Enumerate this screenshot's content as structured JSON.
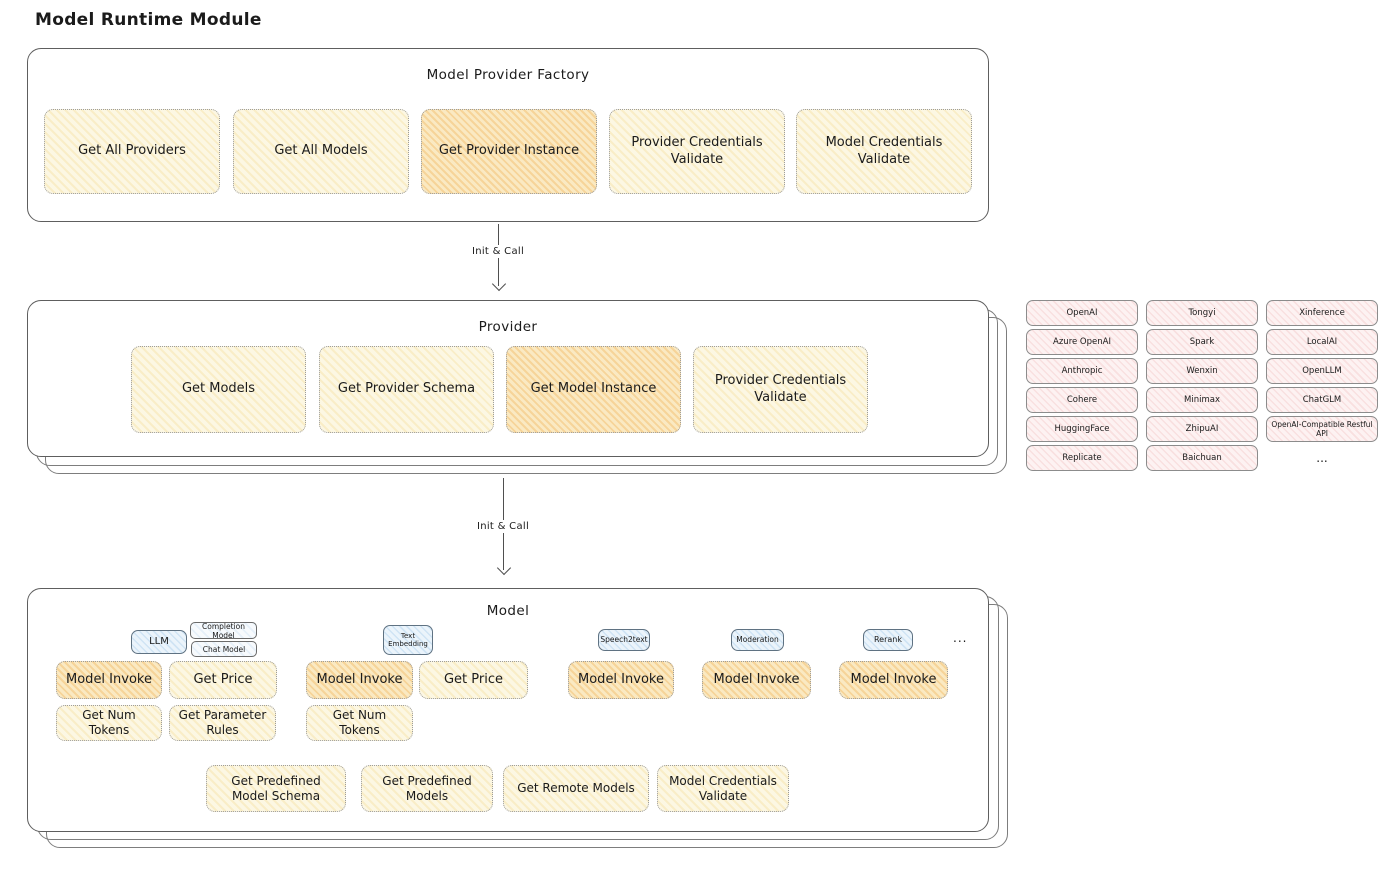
{
  "page": {
    "title": "Model Runtime Module"
  },
  "flow": {
    "init_call": "Init & Call"
  },
  "factory": {
    "title": "Model Provider Factory",
    "items": [
      {
        "label": "Get All Providers",
        "highlight": false
      },
      {
        "label": "Get All Models",
        "highlight": false
      },
      {
        "label": "Get Provider Instance",
        "highlight": true
      },
      {
        "label": "Provider Credentials Validate",
        "highlight": false
      },
      {
        "label": "Model Credentials Validate",
        "highlight": false
      }
    ]
  },
  "provider": {
    "title": "Provider",
    "items": [
      {
        "label": "Get Models",
        "highlight": false
      },
      {
        "label": "Get Provider Schema",
        "highlight": false
      },
      {
        "label": "Get Model Instance",
        "highlight": true
      },
      {
        "label": "Provider Credentials Validate",
        "highlight": false
      }
    ]
  },
  "provider_list": {
    "rows": [
      [
        "OpenAI",
        "Tongyi",
        "Xinference"
      ],
      [
        "Azure OpenAI",
        "Spark",
        "LocalAI"
      ],
      [
        "Anthropic",
        "Wenxin",
        "OpenLLM"
      ],
      [
        "Cohere",
        "Minimax",
        "ChatGLM"
      ],
      [
        "HuggingFace",
        "ZhipuAI",
        "OpenAI-Compatible Restful API"
      ],
      [
        "Replicate",
        "Baichuan",
        "..."
      ]
    ]
  },
  "model": {
    "title": "Model",
    "tabs": {
      "llm": "LLM",
      "completion_model": "Completion Model",
      "chat_model": "Chat Model",
      "text_embedding": "Text Embedding",
      "speech2text": "Speech2text",
      "moderation": "Moderation",
      "rerank": "Rerank",
      "more": "..."
    },
    "actions": {
      "model_invoke": "Model Invoke",
      "get_price": "Get Price",
      "get_num_tokens": "Get Num Tokens",
      "get_parameter_rules": "Get Parameter Rules"
    },
    "bottom": [
      "Get Predefined Model Schema",
      "Get Predefined Models",
      "Get Remote Models",
      "Model Credentials Validate"
    ]
  },
  "colors": {
    "chip_yellow": "#fcf7e3",
    "chip_orange": "#fae9c2",
    "provider_pink": "#fdf2f2",
    "tab_blue": "#ebf4fb",
    "box_border": "#5e5e5e"
  }
}
